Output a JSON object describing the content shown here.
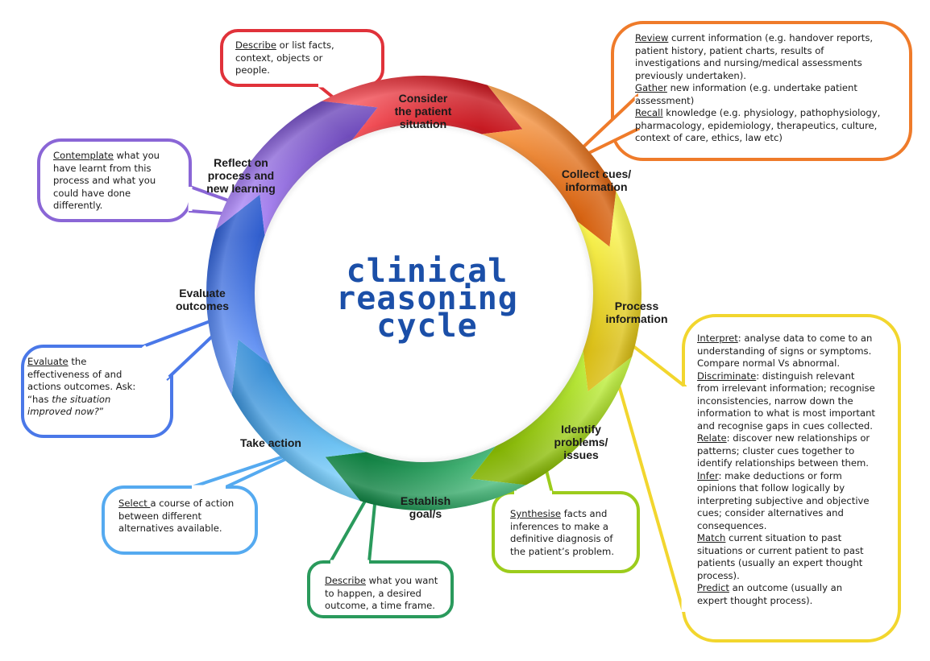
{
  "title": {
    "line1": "CLINICAL",
    "line2": "reasoning",
    "line3": "cycle",
    "color": "#1b4fa8"
  },
  "stages": [
    {
      "id": "consider",
      "label": "Consider\nthe patient\nsituation",
      "color": "#e0323a"
    },
    {
      "id": "collect",
      "label": "Collect cues/\ninformation",
      "color": "#ef7b2a"
    },
    {
      "id": "process",
      "label": "Process\ninformation",
      "color": "#f2d62e"
    },
    {
      "id": "identify",
      "label": "Identify\nproblems/\nissues",
      "color": "#9ccc1c"
    },
    {
      "id": "establish",
      "label": "Establish\ngoal/s",
      "color": "#2a9a5c"
    },
    {
      "id": "take-action",
      "label": "Take action",
      "color": "#55aaf0"
    },
    {
      "id": "evaluate",
      "label": "Evaluate\noutcomes",
      "color": "#4a78e8"
    },
    {
      "id": "reflect",
      "label": "Reflect on\nprocess and\nnew learning",
      "color": "#8a66d6"
    }
  ],
  "callouts": {
    "consider": {
      "color": "#e0323a",
      "lines": [
        {
          "u": "Describe",
          "t": " or list facts,"
        },
        {
          "t": "context, objects or"
        },
        {
          "t": "people."
        }
      ]
    },
    "collect": {
      "color": "#ef7b2a",
      "lines": [
        {
          "u": "Review",
          "t": " current information (e.g. handover reports,"
        },
        {
          "t": "patient history, patient charts, results of"
        },
        {
          "t": "investigations and nursing/medical assessments"
        },
        {
          "t": "previously undertaken)."
        },
        {
          "u": "Gather",
          "t": " new information (e.g. undertake patient"
        },
        {
          "t": "assessment)"
        },
        {
          "u": "Recall",
          "t": " knowledge (e.g. physiology, pathophysiology,"
        },
        {
          "t": "pharmacology, epidemiology, therapeutics, culture,"
        },
        {
          "t": "context of care, ethics, law etc)"
        }
      ]
    },
    "process": {
      "color": "#f2d62e",
      "lines": [
        {
          "u": "Interpret",
          "t": ": analyse data to come to an"
        },
        {
          "t": "understanding of signs or symptoms."
        },
        {
          "t": "Compare normal Vs abnormal."
        },
        {
          "u": "Discriminate",
          "t": ": distinguish relevant"
        },
        {
          "t": "from irrelevant information; recognise"
        },
        {
          "t": "inconsistencies, narrow down the"
        },
        {
          "t": "information to what is most important"
        },
        {
          "t": "and recognise gaps in cues collected."
        },
        {
          "u": "Relate",
          "t": ": discover new relationships or"
        },
        {
          "t": "patterns; cluster cues together to"
        },
        {
          "t": "identify relationships between them."
        },
        {
          "u": "Infer",
          "t": ": make deductions or form"
        },
        {
          "t": "opinions that follow logically by"
        },
        {
          "t": "interpreting subjective and objective"
        },
        {
          "t": "cues; consider alternatives and"
        },
        {
          "t": "consequences."
        },
        {
          "u": "Match",
          "t": " current situation to past"
        },
        {
          "t": "situations or current patient to past"
        },
        {
          "t": "patients (usually an expert thought"
        },
        {
          "t": "process)."
        },
        {
          "u": "Predict",
          "t": " an outcome (usually an"
        },
        {
          "t": "expert thought process)."
        }
      ]
    },
    "identify": {
      "color": "#9ccc1c",
      "lines": [
        {
          "u": "Synthesise",
          "t": " facts and"
        },
        {
          "t": "inferences to make a"
        },
        {
          "t": "definitive diagnosis of"
        },
        {
          "t": "the patient’s problem."
        }
      ]
    },
    "establish": {
      "color": "#2a9a5c",
      "lines": [
        {
          "u": "Describe",
          "t": " what you want"
        },
        {
          "t": "to happen, a desired"
        },
        {
          "t": "outcome, a time frame."
        }
      ]
    },
    "take-action": {
      "color": "#55aaf0",
      "lines": [
        {
          "u": "Select ",
          "t": "a course of action"
        },
        {
          "t": "between different"
        },
        {
          "t": "alternatives available."
        }
      ]
    },
    "evaluate": {
      "color": "#4a78e8",
      "lines": [
        {
          "u": "Evaluate",
          "t": " the"
        },
        {
          "t": "effectiveness of and"
        },
        {
          "t": "actions outcomes. Ask:"
        },
        {
          "t": "“has ",
          "i": "the situation"
        },
        {
          "i": "improved now?",
          "t2": "”"
        }
      ]
    },
    "reflect": {
      "color": "#8a66d6",
      "lines": [
        {
          "u": "Contemplate",
          "t": " what you"
        },
        {
          "t": "have learnt from this"
        },
        {
          "t": "process and what you"
        },
        {
          "t": "could have done"
        },
        {
          "t": "differently."
        }
      ]
    }
  }
}
